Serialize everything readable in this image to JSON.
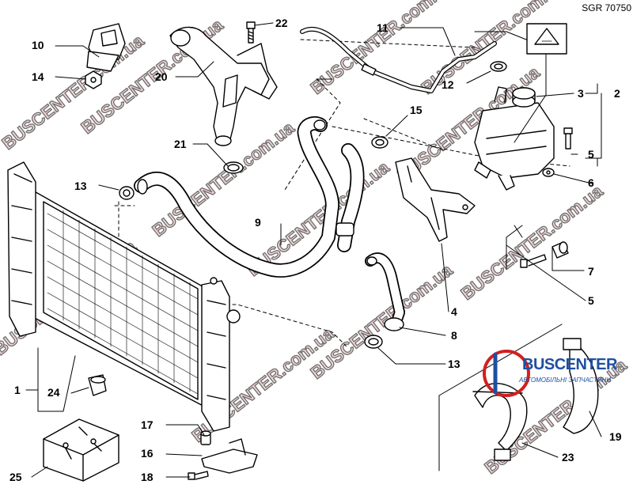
{
  "reference_code": "SGR 70750",
  "watermark_text": "BUSCENTER.com.ua",
  "logo": {
    "name": "BUSCENTER",
    "tagline": "АВТОМОБІЛЬНІ ЗАПЧАСТИНИ"
  },
  "callouts": [
    {
      "id": "label-10",
      "text": "10"
    },
    {
      "id": "label-14",
      "text": "14"
    },
    {
      "id": "label-22",
      "text": "22"
    },
    {
      "id": "label-20",
      "text": "20"
    },
    {
      "id": "label-11",
      "text": "11"
    },
    {
      "id": "label-12",
      "text": "12"
    },
    {
      "id": "label-3",
      "text": "3"
    },
    {
      "id": "label-2",
      "text": "2"
    },
    {
      "id": "label-15",
      "text": "15"
    },
    {
      "id": "label-21",
      "text": "21"
    },
    {
      "id": "label-5a",
      "text": "5"
    },
    {
      "id": "label-6",
      "text": "6"
    },
    {
      "id": "label-13a",
      "text": "13"
    },
    {
      "id": "label-9",
      "text": "9"
    },
    {
      "id": "label-7",
      "text": "7"
    },
    {
      "id": "label-5b",
      "text": "5"
    },
    {
      "id": "label-4",
      "text": "4"
    },
    {
      "id": "label-8",
      "text": "8"
    },
    {
      "id": "label-13b",
      "text": "13"
    },
    {
      "id": "label-1",
      "text": "1"
    },
    {
      "id": "label-24",
      "text": "24"
    },
    {
      "id": "label-17",
      "text": "17"
    },
    {
      "id": "label-16",
      "text": "16"
    },
    {
      "id": "label-18",
      "text": "18"
    },
    {
      "id": "label-25",
      "text": "25"
    },
    {
      "id": "label-19",
      "text": "19"
    },
    {
      "id": "label-23",
      "text": "23"
    }
  ],
  "colors": {
    "line": "#000000",
    "watermark": "#f2b7b7",
    "logo_red": "#d21f1f",
    "logo_blue": "#1f4fa0"
  }
}
